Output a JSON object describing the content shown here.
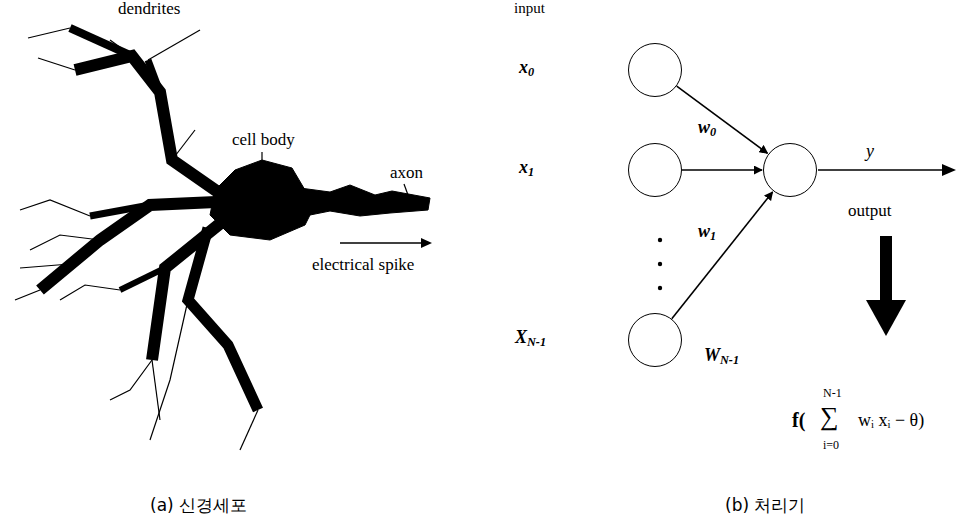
{
  "diagram": {
    "nodes": [
      {
        "text": [
          "x0"
        ]
      },
      {
        "text": [
          "x1"
        ]
      },
      {
        "text": [
          "XN-1"
        ]
      },
      {
        "text": []
      }
    ],
    "edges": [
      {
        "from": 0,
        "to": 3,
        "label": "w0",
        "arrow": "to"
      },
      {
        "from": 1,
        "to": 3,
        "label": "w1",
        "arrow": "to"
      },
      {
        "from": 2,
        "to": 3,
        "label": "WN-1",
        "arrow": "to"
      }
    ],
    "labels": [
      "dendrites",
      "cell body",
      "axon",
      "electrical spike",
      "(a) 신경세포",
      "input",
      "y",
      "output",
      "f(",
      "∑",
      "N-1",
      "i=0",
      "wᵢ xᵢ − θ)",
      "(b) 처리기"
    ]
  }
}
